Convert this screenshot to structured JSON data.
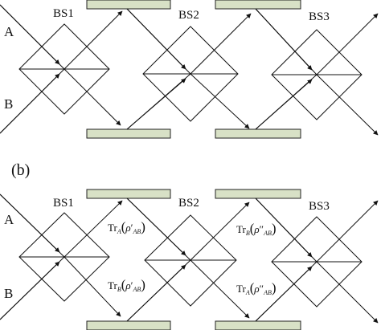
{
  "top": {
    "splitters": [
      "BS1",
      "BS2",
      "BS3"
    ],
    "inputs": [
      "A",
      "B"
    ]
  },
  "bottom": {
    "panel_label": "(b)",
    "splitters": [
      "BS1",
      "BS2",
      "BS3"
    ],
    "inputs": [
      "A",
      "B"
    ],
    "states": {
      "tr_a_rho1": {
        "op": "Tr",
        "op_sub": "A",
        "rho": "ρ",
        "prime": "′",
        "rho_sub": "AB"
      },
      "tr_b_rho1": {
        "op": "Tr",
        "op_sub": "B",
        "rho": "ρ",
        "prime": "′",
        "rho_sub": "AB"
      },
      "tr_b_rho2": {
        "op": "Tr",
        "op_sub": "B",
        "rho": "ρ",
        "prime": "″",
        "rho_sub": "AB"
      },
      "tr_a_rho2": {
        "op": "Tr",
        "op_sub": "A",
        "rho": "ρ",
        "prime": "″",
        "rho_sub": "AB"
      }
    }
  },
  "colors": {
    "mirror_fill": "#d8e1c6",
    "line": "#111111"
  }
}
